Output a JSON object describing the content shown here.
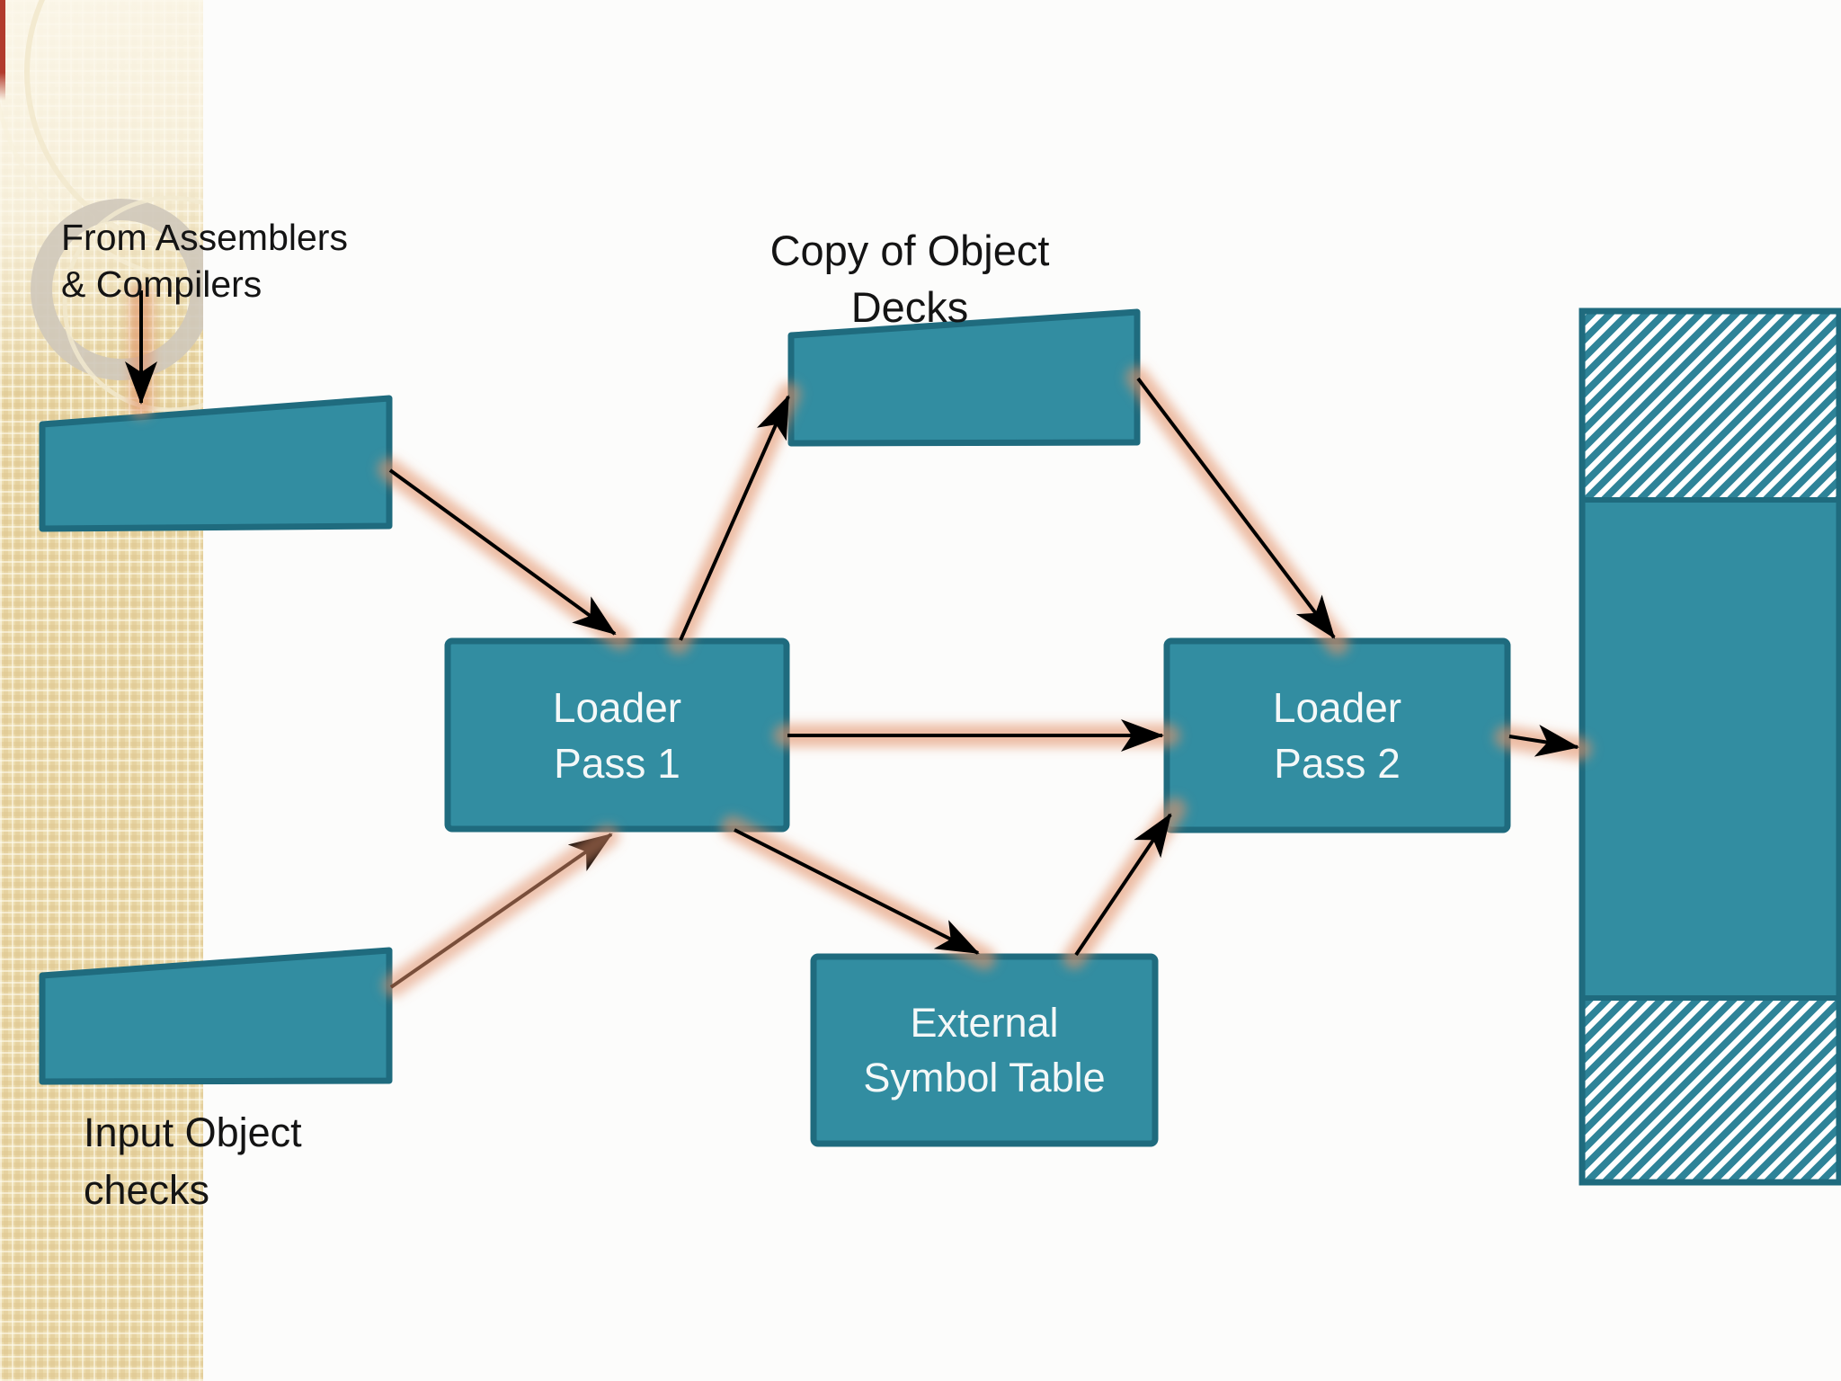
{
  "slide": {
    "background_color": "#fcfcfb",
    "sidebar_color": "#ecdcae"
  },
  "colors": {
    "node_fill": "#328da1",
    "node_border": "#1f6b7e",
    "node_text": "#f4f8f8",
    "label_text": "#141414",
    "arrow_line": "#000000",
    "arrow_glow": "#e2926b",
    "hatch_stripe": "#2e8398",
    "sidebar_accent_red": "#b23b2c"
  },
  "annotations": {
    "from_assemblers": "From Assemblers\n& Compilers",
    "copy_of_object_decks": "Copy of Object\nDecks",
    "input_object_checks": "Input Object\nchecks"
  },
  "nodes": {
    "loader_pass_1": "Loader\nPass 1",
    "loader_pass_2": "Loader\nPass 2",
    "external_symbol_table": "External\nSymbol Table"
  }
}
